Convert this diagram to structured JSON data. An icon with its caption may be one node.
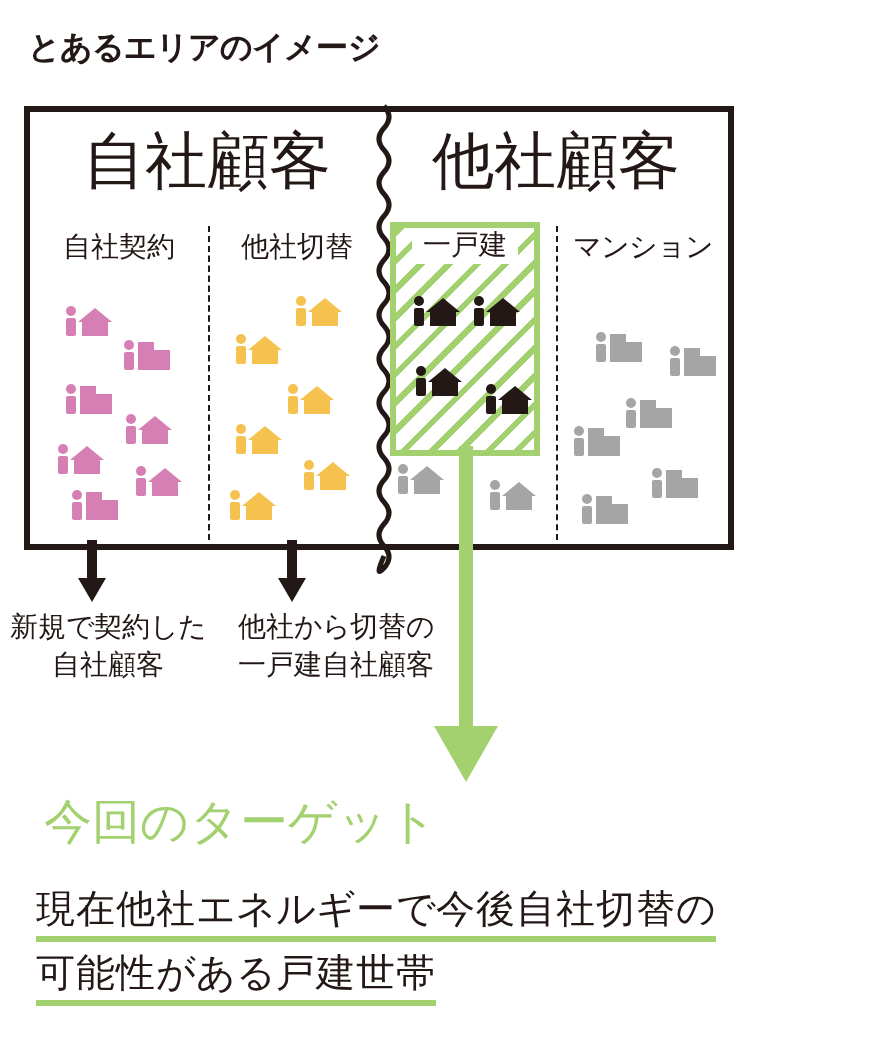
{
  "diagram": {
    "title": "とあるエリアのイメージ",
    "nodes": [
      {
        "text": [
          "自社顧客"
        ]
      },
      {
        "text": [
          "自社契約"
        ],
        "in": 0
      },
      {
        "text": [
          "他社切替"
        ],
        "in": 0
      },
      {
        "text": [
          "他社顧客"
        ]
      },
      {
        "text": [
          "一戸建"
        ],
        "in": 3
      },
      {
        "text": [
          "マンション"
        ],
        "in": 3
      },
      {
        "text": [
          "新規で契約した自社顧客"
        ]
      },
      {
        "text": [
          "他社から切替の一戸建自社顧客"
        ]
      },
      {
        "text": [
          "今回のターゲット",
          "現在他社エネルギーで今後自社切替の可能性がある戸建世帯"
        ]
      }
    ],
    "edges": [
      {
        "from": 1,
        "to": 6,
        "arrow": "to"
      },
      {
        "from": 2,
        "to": 7,
        "arrow": "to"
      },
      {
        "from": 4,
        "to": 8,
        "arrow": "to",
        "color": "#a3d16f"
      }
    ]
  }
}
